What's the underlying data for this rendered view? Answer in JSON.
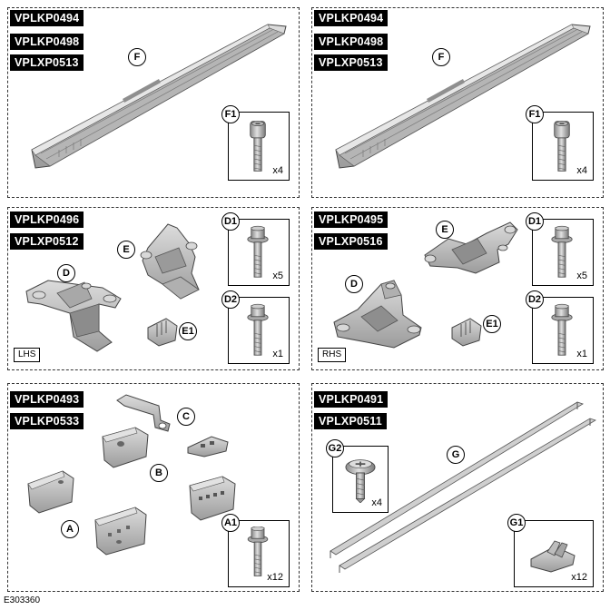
{
  "panels": [
    {
      "codes": [
        "VPLKP0494",
        "VPLKP0498",
        "VPLXP0513"
      ],
      "part": "F",
      "inset": {
        "label": "F1",
        "qty": "x4"
      }
    },
    {
      "codes": [
        "VPLKP0494",
        "VPLKP0498",
        "VPLXP0513"
      ],
      "part": "F",
      "inset": {
        "label": "F1",
        "qty": "x4"
      }
    },
    {
      "codes": [
        "VPLKP0496",
        "VPLXP0512"
      ],
      "side": "LHS",
      "parts": [
        "D",
        "E",
        "E1"
      ],
      "insets": [
        {
          "label": "D1",
          "qty": "x5"
        },
        {
          "label": "D2",
          "qty": "x1"
        }
      ]
    },
    {
      "codes": [
        "VPLKP0495",
        "VPLXP0516"
      ],
      "side": "RHS",
      "parts": [
        "D",
        "E",
        "E1"
      ],
      "insets": [
        {
          "label": "D1",
          "qty": "x5"
        },
        {
          "label": "D2",
          "qty": "x1"
        }
      ]
    },
    {
      "codes": [
        "VPLKP0493",
        "VPLKP0533"
      ],
      "parts": [
        "A",
        "B",
        "C"
      ],
      "inset": {
        "label": "A1",
        "qty": "x12"
      }
    },
    {
      "codes": [
        "VPLKP0491",
        "VPLXP0511"
      ],
      "part": "G",
      "insets": [
        {
          "label": "G2",
          "qty": "x4"
        },
        {
          "label": "G1",
          "qty": "x12"
        }
      ]
    }
  ],
  "footer": "E303360",
  "colors": {
    "part_fill": "#c9c9c9",
    "part_shade": "#9a9a9a",
    "part_dark": "#6e6e6e",
    "line": "#000000"
  }
}
